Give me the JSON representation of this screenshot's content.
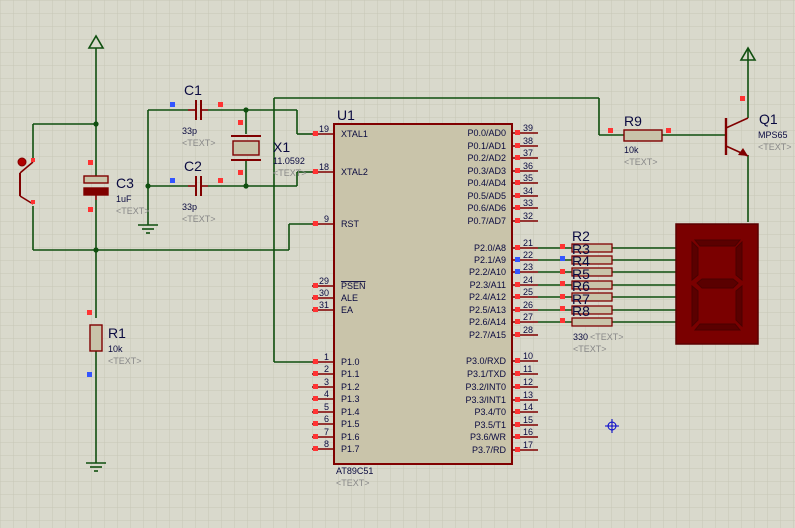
{
  "colors": {
    "background": "#d9d9cc",
    "grid": "#c6c6b6",
    "wire": "#0f4f0f",
    "part": "#800000",
    "chip_fill": "#c9c4aa",
    "label": "#0a0a40",
    "hint": "#888888",
    "pin_red": "#ff3333",
    "pin_blue": "#3355ff",
    "display_bg": "#7a0000",
    "segment": "#5a0000"
  },
  "icons": {
    "vcc": "vcc-arrow-icon",
    "gnd": "ground-icon",
    "cursor": "crosshair-cursor-icon"
  },
  "chip": {
    "ref": "U1",
    "part": "AT89C51",
    "text_hint": "<TEXT>",
    "left_pins": [
      {
        "num": "19",
        "name": "XTAL1"
      },
      {
        "num": "18",
        "name": "XTAL2"
      },
      {
        "num": "9",
        "name": "RST"
      },
      {
        "num": "29",
        "name": "PSEN"
      },
      {
        "num": "30",
        "name": "ALE"
      },
      {
        "num": "31",
        "name": "EA"
      },
      {
        "num": "1",
        "name": "P1.0"
      },
      {
        "num": "2",
        "name": "P1.1"
      },
      {
        "num": "3",
        "name": "P1.2"
      },
      {
        "num": "4",
        "name": "P1.3"
      },
      {
        "num": "5",
        "name": "P1.4"
      },
      {
        "num": "6",
        "name": "P1.5"
      },
      {
        "num": "7",
        "name": "P1.6"
      },
      {
        "num": "8",
        "name": "P1.7"
      }
    ],
    "right_pins": [
      {
        "num": "39",
        "name": "P0.0/AD0"
      },
      {
        "num": "38",
        "name": "P0.1/AD1"
      },
      {
        "num": "37",
        "name": "P0.2/AD2"
      },
      {
        "num": "36",
        "name": "P0.3/AD3"
      },
      {
        "num": "35",
        "name": "P0.4/AD4"
      },
      {
        "num": "34",
        "name": "P0.5/AD5"
      },
      {
        "num": "33",
        "name": "P0.6/AD6"
      },
      {
        "num": "32",
        "name": "P0.7/AD7"
      },
      {
        "num": "21",
        "name": "P2.0/A8"
      },
      {
        "num": "22",
        "name": "P2.1/A9"
      },
      {
        "num": "23",
        "name": "P2.2/A10"
      },
      {
        "num": "24",
        "name": "P2.3/A11"
      },
      {
        "num": "25",
        "name": "P2.4/A12"
      },
      {
        "num": "26",
        "name": "P2.5/A13"
      },
      {
        "num": "27",
        "name": "P2.6/A14"
      },
      {
        "num": "28",
        "name": "P2.7/A15"
      },
      {
        "num": "10",
        "name": "P3.0/RXD"
      },
      {
        "num": "11",
        "name": "P3.1/TXD"
      },
      {
        "num": "12",
        "name": "P3.2/INT0"
      },
      {
        "num": "13",
        "name": "P3.3/INT1"
      },
      {
        "num": "14",
        "name": "P3.4/T0"
      },
      {
        "num": "15",
        "name": "P3.5/T1"
      },
      {
        "num": "16",
        "name": "P3.6/WR"
      },
      {
        "num": "17",
        "name": "P3.7/RD"
      }
    ]
  },
  "components": {
    "c1": {
      "ref": "C1",
      "value": "33p",
      "text": "<TEXT>"
    },
    "c2": {
      "ref": "C2",
      "value": "33p",
      "text": "<TEXT>"
    },
    "c3": {
      "ref": "C3",
      "value": "1uF",
      "text": "<TEXT>"
    },
    "x1": {
      "ref": "X1",
      "value": "11.0592",
      "text": "<TEXT>"
    },
    "r1": {
      "ref": "R1",
      "value": "10k",
      "text": "<TEXT>"
    },
    "r9": {
      "ref": "R9",
      "value": "10k",
      "text": "<TEXT>"
    },
    "q1": {
      "ref": "Q1",
      "value": "MPS65",
      "text": "<TEXT>"
    },
    "rnet": {
      "refs": [
        "R2",
        "R3",
        "R4",
        "R5",
        "R6",
        "R7",
        "R8"
      ],
      "value": "330",
      "text1": "<TEXT>",
      "text2": "<TEXT>"
    }
  }
}
